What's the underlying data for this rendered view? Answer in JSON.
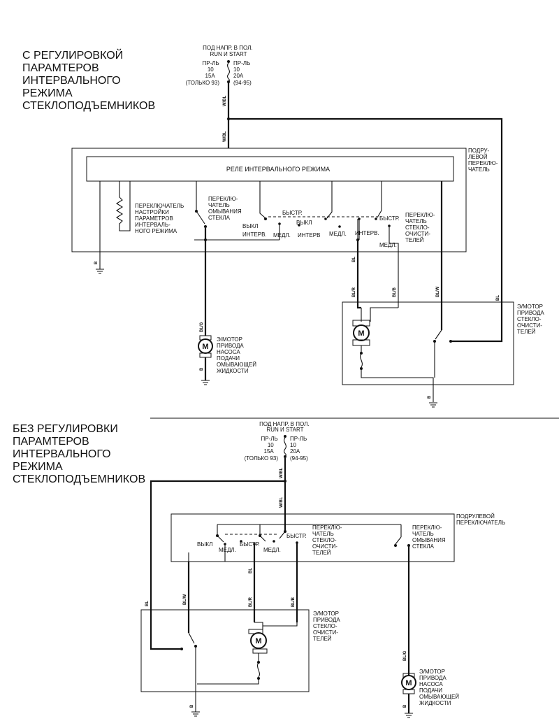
{
  "top": {
    "title": [
      "С РЕГУЛИРОВКОЙ",
      "ПАРАМТЕРОВ",
      "ИНТЕРВАЛЬНОГО",
      "РЕЖИМА",
      "СТЕКЛОПОДЪЕМНИКОВ"
    ],
    "power": [
      "ПОД НАПР. В ПОЛ.",
      "RUN И START"
    ],
    "fuse_left": [
      "ПР-ЛЬ",
      "10",
      "15А",
      "(ТОЛЬКО 93)"
    ],
    "fuse_right": [
      "ПР-ЛЬ",
      "10",
      "20А",
      "(94-95)"
    ],
    "relay": "РЕЛЕ ИНТЕРВАЛЬНОГО РЕЖИМА",
    "column_switch": [
      "ПОДРУ-",
      "ЛЕВОЙ",
      "ПЕРЕКЛЮ-",
      "ЧАТЕЛЬ"
    ],
    "interval_switch": [
      "ПЕРЕКЛЮЧАТЕЛЬ",
      "НАСТРОЙКИ",
      "ПАРАМЕТРОВ",
      "ИНТЕРВАЛЬ-",
      "НОГО РЕЖИМА"
    ],
    "washer_switch": [
      "ПЕРЕКЛЮ-",
      "ЧАТЕЛЬ",
      "ОМЫВАНИЯ",
      "СТЕКЛА"
    ],
    "wiper_switch": [
      "ПЕРЕКЛЮ-",
      "ЧАТЕЛЬ",
      "СТЕКЛО-",
      "ОЧИСТИ-",
      "ТЕЛЕЙ"
    ],
    "pos": {
      "fast1": "БЫСТР.",
      "off1": "ВЫКЛ",
      "interv1": "ИНТЕРВ.",
      "off2": "ВЫКЛ",
      "slow1": "МЕДЛ.",
      "interv2": "ИНТЕРВ",
      "slow2": "МЕДЛ.",
      "interv3": "ИНТЕРВ.",
      "fast2": "БЫСТР.",
      "slow3": "МЕДЛ."
    },
    "wiper_motor": [
      "Э/МОТОР",
      "ПРИВОДА",
      "СТЕКЛО-",
      "ОЧИСТИ-",
      "ТЕЛЕЙ"
    ],
    "pump_motor": [
      "Э/МОТОР",
      "ПРИВОДА",
      "НАСОСА",
      "ПОДАЧИ",
      "ОМЫВАЮЩЕЙ",
      "ЖИДКОСТИ"
    ],
    "wires": {
      "w_bl_1": "W/BL",
      "w_bl_2": "W/BL",
      "b_1": "B",
      "bl_1": "BL",
      "bl_r": "BL/R",
      "bl_b": "BL/B",
      "bl_w": "BL/W",
      "bl_2": "BL",
      "bl_g": "BL/G",
      "b_2": "B",
      "b_3": "B"
    }
  },
  "bottom": {
    "title": [
      "БЕЗ РЕГУЛИРОВКИ",
      "ПАРАМТЕРОВ",
      "ИНТЕРВАЛЬНОГО",
      "РЕЖИМА",
      "СТЕКЛОПОДЪЕМНИКОВ"
    ],
    "power": [
      "ПОД НАПР. В ПОЛ.",
      "RUN И START"
    ],
    "fuse_left": [
      "ПР-ЛЬ",
      "10",
      "15А",
      "(ТОЛЬКО 93)"
    ],
    "fuse_right": [
      "ПР-ЛЬ",
      "10",
      "20А",
      "(94-95)"
    ],
    "column_switch": [
      "ПОДРУЛЕВОЙ",
      "ПЕРЕКЛЮЧАТЕЛЬ"
    ],
    "wiper_switch": [
      "ПЕРЕКЛЮ-",
      "ЧАТЕЛЬ",
      "СТЕКЛО-",
      "ОЧИСТИ-",
      "ТЕЛЕЙ"
    ],
    "washer_switch": [
      "ПЕРЕКЛЮ-",
      "ЧАТЕЛЬ",
      "ОМЫВАНИЯ",
      "СТЕКЛА"
    ],
    "pos": {
      "off": "ВЫКЛ",
      "slow1": "МЕДЛ.",
      "fast1": "БЫСТР.",
      "slow2": "МЕДЛ.",
      "fast2": "БЫСТР."
    },
    "wiper_motor": [
      "Э/МОТОР",
      "ПРИВОДА",
      "СТЕКЛО-",
      "ОЧИСТИ-",
      "ТЕЛЕЙ"
    ],
    "pump_motor": [
      "Э/МОТОР",
      "ПРИВОДА",
      "НАСОСА",
      "ПОДАЧИ",
      "ОМЫВАЮЩЕЙ",
      "ЖИДКОСТИ"
    ],
    "wires": {
      "w_bl_1": "W/BL",
      "w_bl_2": "W/BL",
      "bl": "BL",
      "bl_w": "BL/W",
      "bl_1": "BL",
      "bl_r": "BL/R",
      "bl_b": "BL/B",
      "bl_g": "BL/G",
      "b_1": "B",
      "b_2": "B"
    }
  },
  "motor_symbol": "M"
}
